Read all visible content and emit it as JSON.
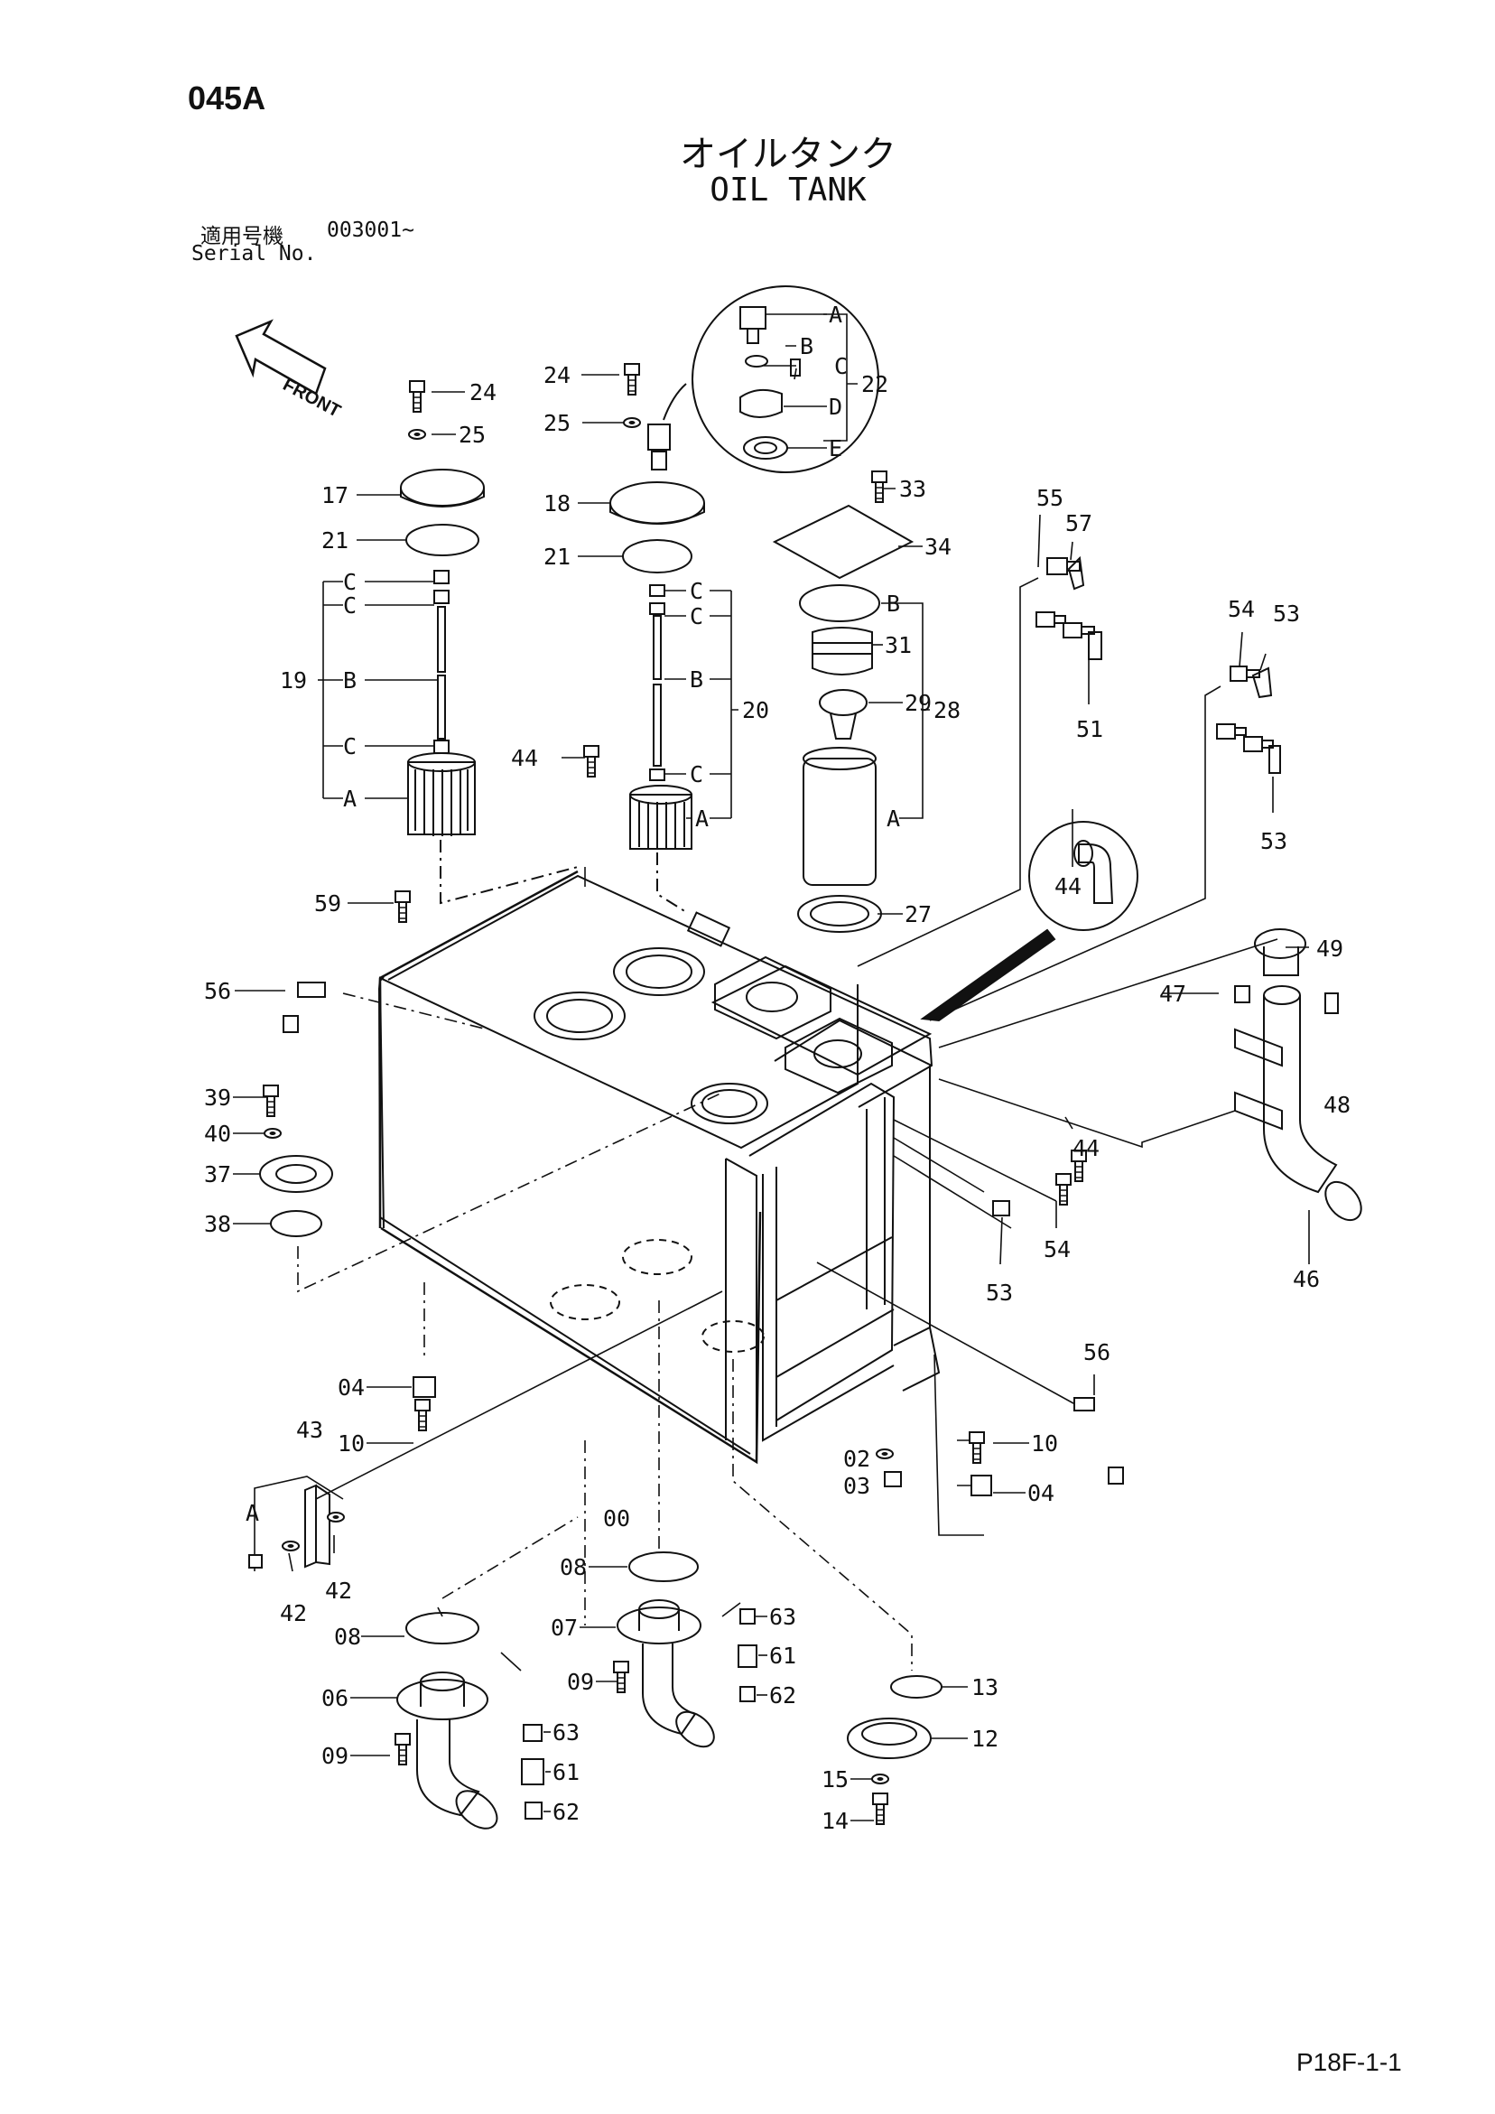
{
  "header": {
    "page_code": "045A",
    "title_jp": "オイルタンク",
    "title_en": "OIL TANK",
    "serial_label_jp": "適用号機",
    "serial_label_en": "Serial No.",
    "serial_value": "003001~"
  },
  "footer": {
    "page_ref": "P18F-1-1"
  },
  "front_label": "FRONT",
  "callouts": [
    {
      "id": "c24a",
      "text": "24"
    },
    {
      "id": "c25a",
      "text": "25"
    },
    {
      "id": "c17",
      "text": "17"
    },
    {
      "id": "c21a",
      "text": "21"
    },
    {
      "id": "c19",
      "text": "19"
    },
    {
      "id": "c19c1",
      "text": "C"
    },
    {
      "id": "c19c2",
      "text": "C"
    },
    {
      "id": "c19b",
      "text": "B"
    },
    {
      "id": "c19c3",
      "text": "C"
    },
    {
      "id": "c19a",
      "text": "A"
    },
    {
      "id": "c24b",
      "text": "24"
    },
    {
      "id": "c25b",
      "text": "25"
    },
    {
      "id": "c18",
      "text": "18"
    },
    {
      "id": "c21b",
      "text": "21"
    },
    {
      "id": "c20",
      "text": "20"
    },
    {
      "id": "c20c1",
      "text": "C"
    },
    {
      "id": "c20c2",
      "text": "C"
    },
    {
      "id": "c20b",
      "text": "B"
    },
    {
      "id": "c20c3",
      "text": "C"
    },
    {
      "id": "c20a",
      "text": "A"
    },
    {
      "id": "c22",
      "text": "22"
    },
    {
      "id": "c22a",
      "text": "A"
    },
    {
      "id": "c22b",
      "text": "B"
    },
    {
      "id": "c22c",
      "text": "C"
    },
    {
      "id": "c22d",
      "text": "D"
    },
    {
      "id": "c22e",
      "text": "E"
    },
    {
      "id": "c33",
      "text": "33"
    },
    {
      "id": "c34",
      "text": "34"
    },
    {
      "id": "c28",
      "text": "28"
    },
    {
      "id": "c28b",
      "text": "B"
    },
    {
      "id": "c31",
      "text": "31"
    },
    {
      "id": "c29",
      "text": "29"
    },
    {
      "id": "c28a",
      "text": "A"
    },
    {
      "id": "c27",
      "text": "27"
    },
    {
      "id": "c55",
      "text": "55"
    },
    {
      "id": "c57",
      "text": "57"
    },
    {
      "id": "c51",
      "text": "51"
    },
    {
      "id": "c54a",
      "text": "54"
    },
    {
      "id": "c53a",
      "text": "53"
    },
    {
      "id": "c53b",
      "text": "53"
    },
    {
      "id": "c44a",
      "text": "44"
    },
    {
      "id": "c44b",
      "text": "44"
    },
    {
      "id": "c44c",
      "text": "44"
    },
    {
      "id": "c49",
      "text": "49"
    },
    {
      "id": "c47",
      "text": "47"
    },
    {
      "id": "c48",
      "text": "48"
    },
    {
      "id": "c46",
      "text": "46"
    },
    {
      "id": "c54b",
      "text": "54"
    },
    {
      "id": "c53c",
      "text": "53"
    },
    {
      "id": "c56a",
      "text": "56"
    },
    {
      "id": "c59",
      "text": "59"
    },
    {
      "id": "c39",
      "text": "39"
    },
    {
      "id": "c40",
      "text": "40"
    },
    {
      "id": "c37",
      "text": "37"
    },
    {
      "id": "c38",
      "text": "38"
    },
    {
      "id": "c56b",
      "text": "56"
    },
    {
      "id": "c04a",
      "text": "04"
    },
    {
      "id": "c10a",
      "text": "10"
    },
    {
      "id": "c43",
      "text": "43"
    },
    {
      "id": "c43a",
      "text": "A"
    },
    {
      "id": "c42a",
      "text": "42"
    },
    {
      "id": "c42b",
      "text": "42"
    },
    {
      "id": "c00",
      "text": "00"
    },
    {
      "id": "c02",
      "text": "02"
    },
    {
      "id": "c03",
      "text": "03"
    },
    {
      "id": "c10b",
      "text": "10"
    },
    {
      "id": "c04b",
      "text": "04"
    },
    {
      "id": "c08a",
      "text": "08"
    },
    {
      "id": "c08b",
      "text": "08"
    },
    {
      "id": "c07",
      "text": "07"
    },
    {
      "id": "c09a",
      "text": "09"
    },
    {
      "id": "c63a",
      "text": "63"
    },
    {
      "id": "c61a",
      "text": "61"
    },
    {
      "id": "c62a",
      "text": "62"
    },
    {
      "id": "c06",
      "text": "06"
    },
    {
      "id": "c09b",
      "text": "09"
    },
    {
      "id": "c63b",
      "text": "63"
    },
    {
      "id": "c61b",
      "text": "61"
    },
    {
      "id": "c62b",
      "text": "62"
    },
    {
      "id": "c13",
      "text": "13"
    },
    {
      "id": "c12",
      "text": "12"
    },
    {
      "id": "c15",
      "text": "15"
    },
    {
      "id": "c14",
      "text": "14"
    }
  ]
}
